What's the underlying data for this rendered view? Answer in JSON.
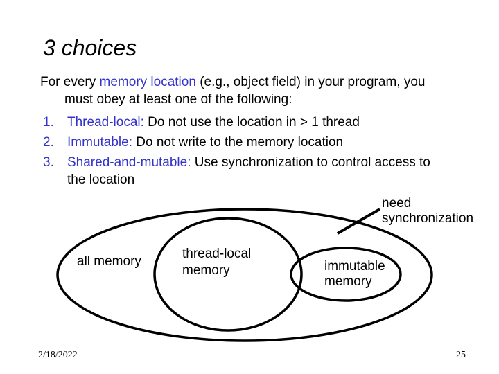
{
  "slide": {
    "title": "3 choices",
    "intro": {
      "pre": "For every ",
      "highlight": "memory location",
      "post": " (e.g., object field) in your program, you",
      "line2": "must obey at least one of the following:"
    },
    "list": [
      {
        "number": "1.",
        "term": "Thread-local:",
        "rest": "Do not use the location in > 1 thread"
      },
      {
        "number": "2.",
        "term": "Immutable:",
        "rest": "Do not write to the memory location"
      },
      {
        "number": "3.",
        "term": "Shared-and-mutable:",
        "rest": "Use synchronization to control access to",
        "rest2": "the location"
      }
    ],
    "diagram": {
      "outer_label": "all memory",
      "middle_label_line1": "thread-local",
      "middle_label_line2": "memory",
      "inner_label_line1": "immutable",
      "inner_label_line2": "memory",
      "callout_line1": "need",
      "callout_line2": "synchronization"
    },
    "footer": {
      "date": "2/18/2022",
      "page_number": "25"
    },
    "colors": {
      "accent_blue": "#3333CC",
      "text": "#000000",
      "background": "#FFFFFF",
      "diagram_stroke": "#000000"
    }
  }
}
